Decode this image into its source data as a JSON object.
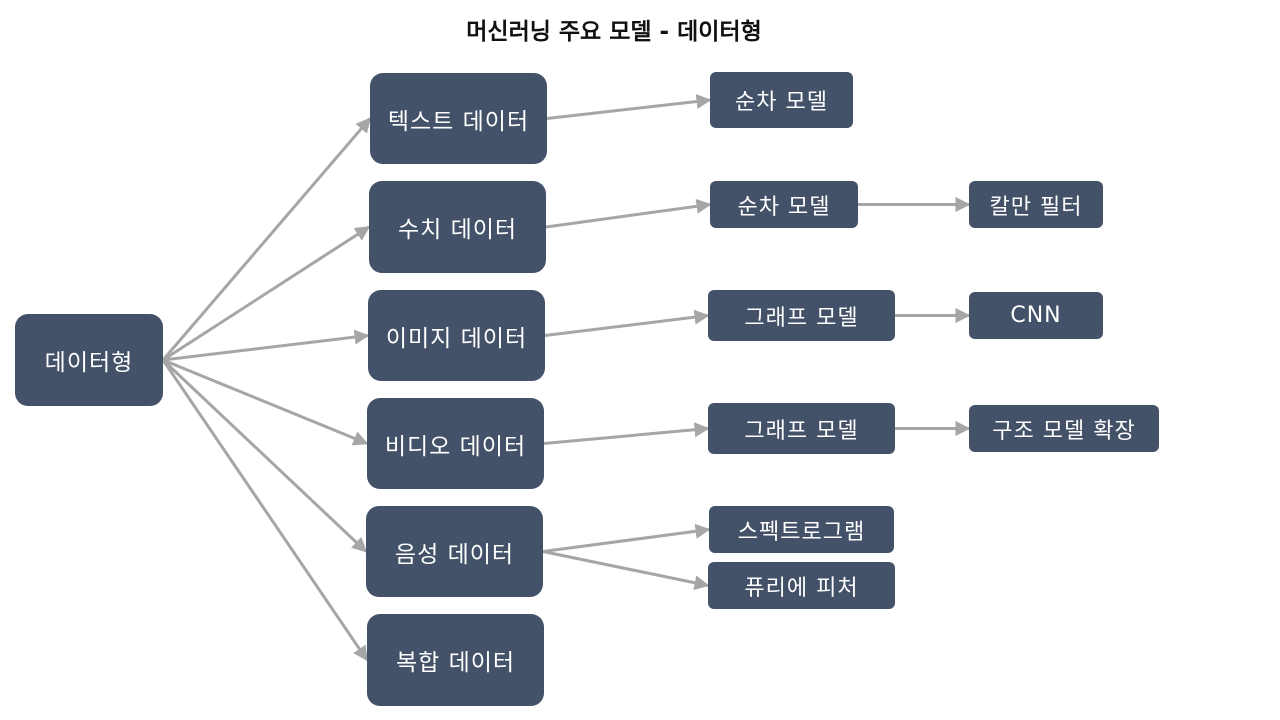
{
  "title": "머신러닝 주요 모델 - 데이터형",
  "colors": {
    "node_fill": "#435268",
    "node_text": "#ffffff",
    "edge": "#a6a6a6",
    "title": "#111111"
  },
  "nodes": {
    "root": "데이터형",
    "text_data": "텍스트 데이터",
    "numeric_data": "수치 데이터",
    "image_data": "이미지 데이터",
    "video_data": "비디오 데이터",
    "audio_data": "음성 데이터",
    "composite_data": "복합 데이터",
    "seq_model_1": "순차 모델",
    "seq_model_2": "순차 모델",
    "graph_model_1": "그래프 모델",
    "graph_model_2": "그래프 모델",
    "spectrogram": "스펙트로그램",
    "fourier_feature": "퓨리에 피처",
    "kalman_filter": "칼만 필터",
    "cnn": "CNN",
    "struct_model_ext": "구조 모델 확장"
  },
  "edges": [
    [
      "root",
      "text_data"
    ],
    [
      "root",
      "numeric_data"
    ],
    [
      "root",
      "image_data"
    ],
    [
      "root",
      "video_data"
    ],
    [
      "root",
      "audio_data"
    ],
    [
      "root",
      "composite_data"
    ],
    [
      "text_data",
      "seq_model_1"
    ],
    [
      "numeric_data",
      "seq_model_2"
    ],
    [
      "image_data",
      "graph_model_1"
    ],
    [
      "video_data",
      "graph_model_2"
    ],
    [
      "audio_data",
      "spectrogram"
    ],
    [
      "audio_data",
      "fourier_feature"
    ],
    [
      "seq_model_2",
      "kalman_filter"
    ],
    [
      "graph_model_1",
      "cnn"
    ],
    [
      "graph_model_2",
      "struct_model_ext"
    ]
  ]
}
